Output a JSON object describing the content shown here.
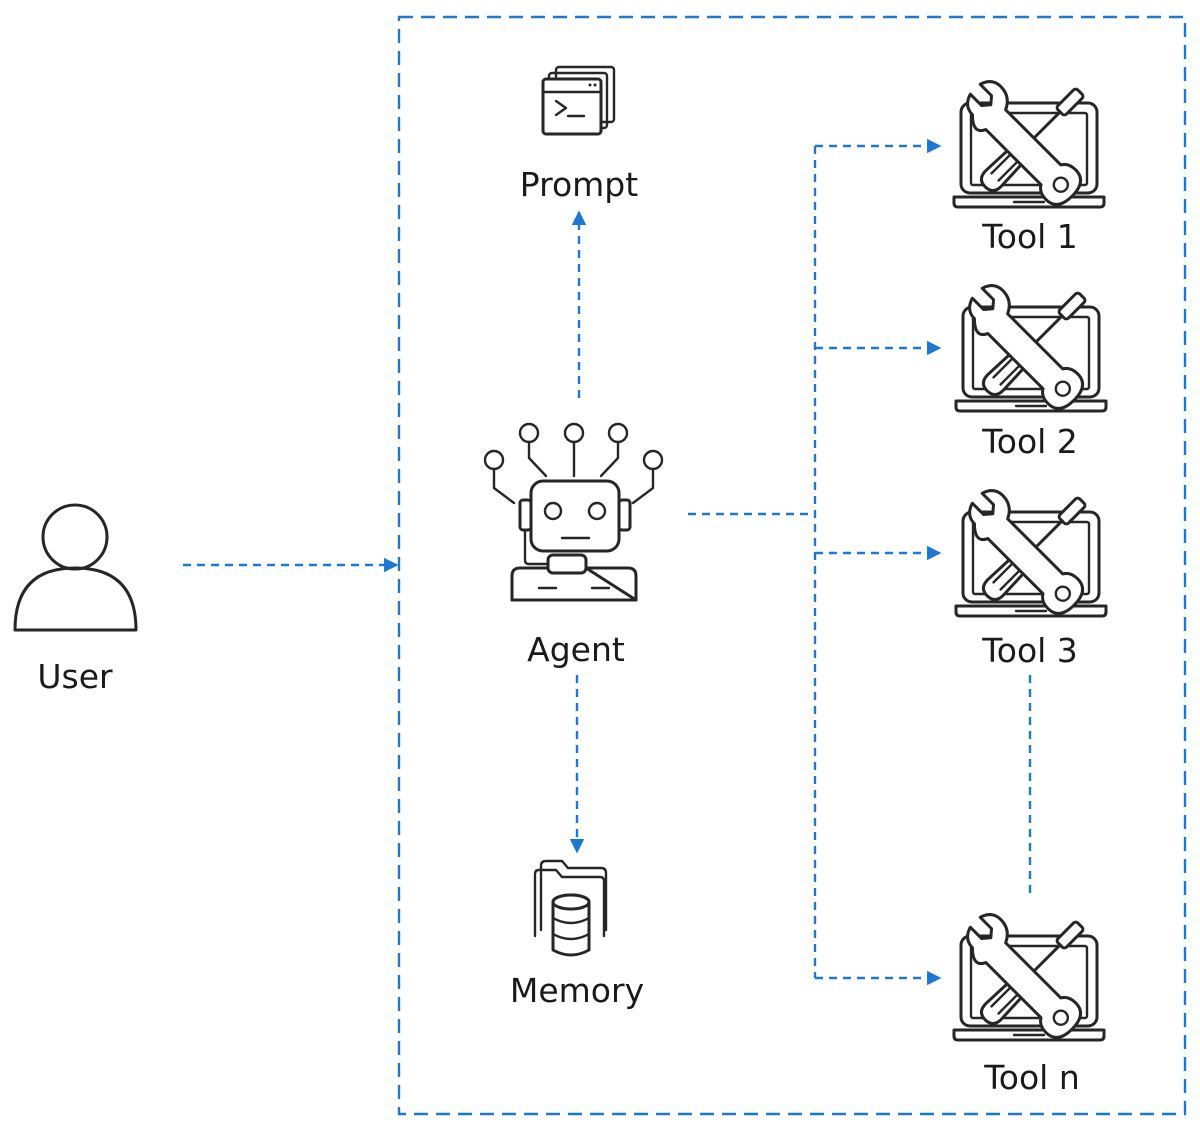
{
  "diagram": {
    "nodes": {
      "user": {
        "label": "User",
        "icon": "user-icon"
      },
      "agent": {
        "label": "Agent",
        "icon": "robot-icon"
      },
      "prompt": {
        "label": "Prompt",
        "icon": "terminal-window-icon"
      },
      "memory": {
        "label": "Memory",
        "icon": "folder-database-icon"
      },
      "tools": [
        {
          "label": "Tool 1",
          "icon": "laptop-tools-icon"
        },
        {
          "label": "Tool 2",
          "icon": "laptop-tools-icon"
        },
        {
          "label": "Tool 3",
          "icon": "laptop-tools-icon"
        },
        {
          "label": "Tool n",
          "icon": "laptop-tools-icon"
        }
      ]
    },
    "edges": [
      {
        "from": "User",
        "to": "Agent"
      },
      {
        "from": "Agent",
        "to": "Prompt"
      },
      {
        "from": "Agent",
        "to": "Memory"
      },
      {
        "from": "Agent",
        "to": "Tool 1"
      },
      {
        "from": "Agent",
        "to": "Tool 2"
      },
      {
        "from": "Agent",
        "to": "Tool 3"
      },
      {
        "from": "Agent",
        "to": "Tool n"
      }
    ],
    "colors": {
      "connector": "#1e78d2",
      "frame": "#1e78d2",
      "icon": "#262626",
      "text": "#1a1a1a"
    }
  }
}
